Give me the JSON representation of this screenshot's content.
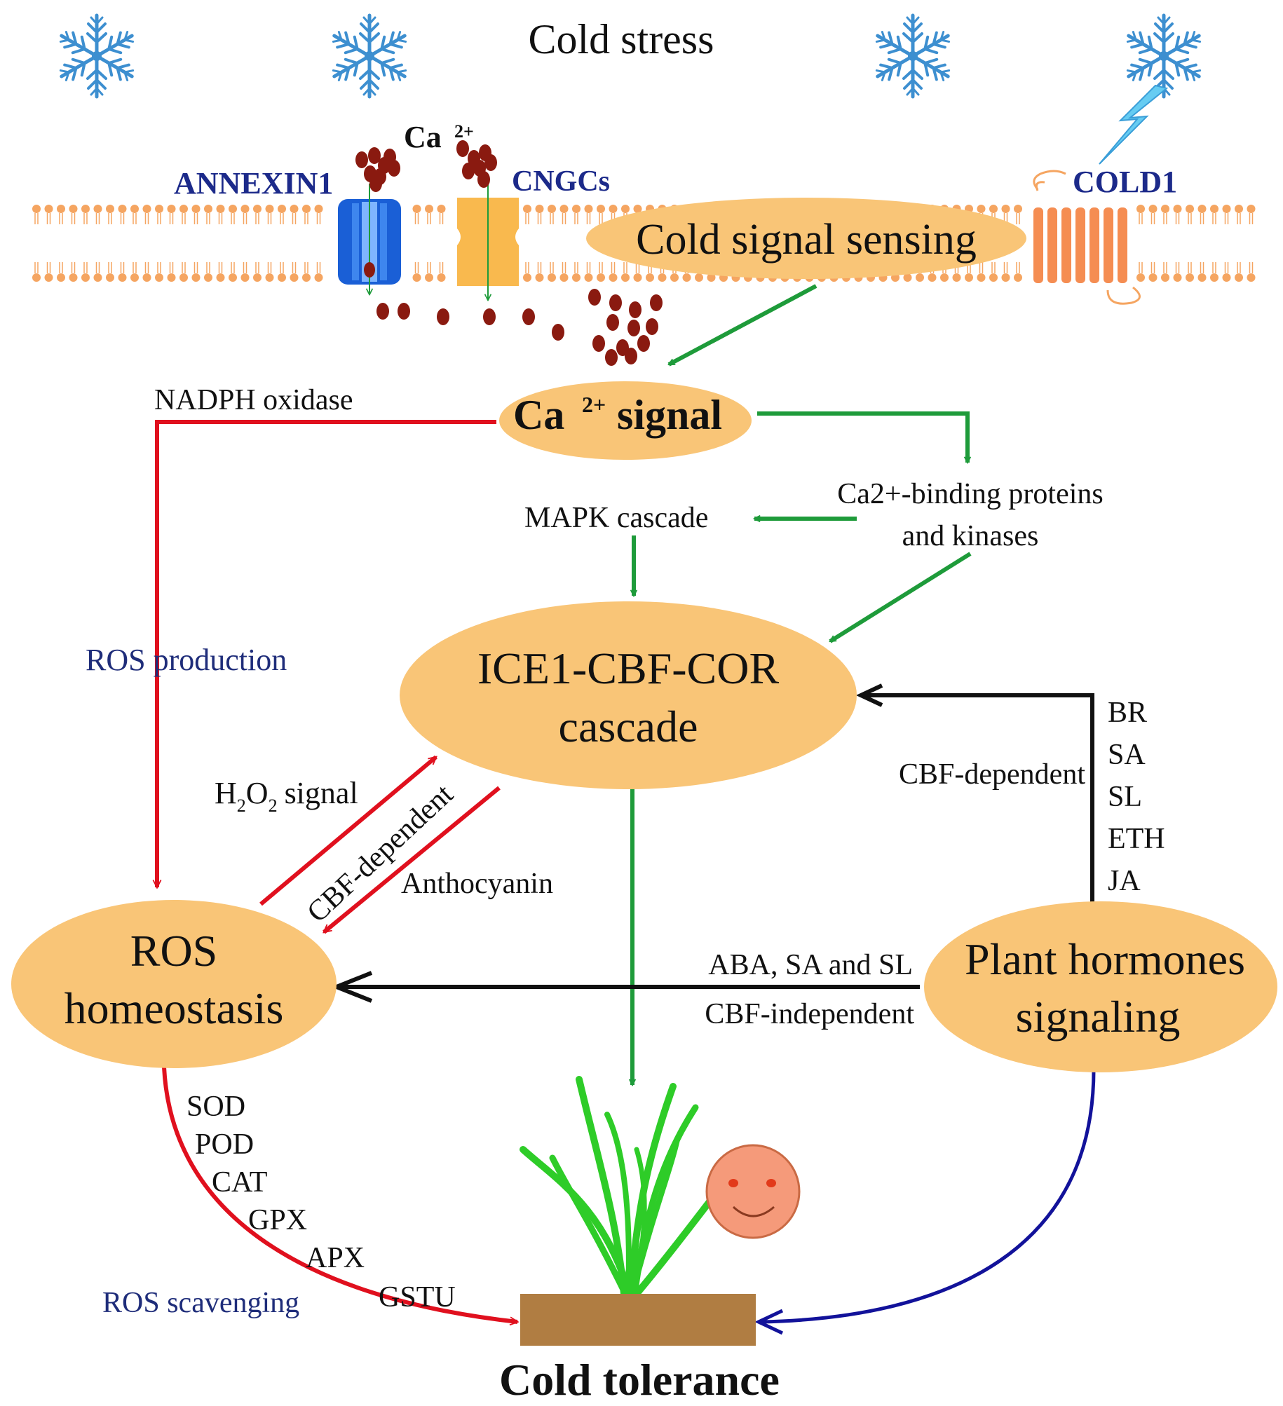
{
  "stress": {
    "title": "Cold stress"
  },
  "membrane": {
    "ca_label": "Ca",
    "ca_sup": "2+",
    "annexin": "ANNEXIN1",
    "cngcs": "CNGCs",
    "cold1": "COLD1",
    "sensing": "Cold signal sensing"
  },
  "ca_signal": {
    "main": "Ca",
    "sup": "2+",
    "tail": "signal"
  },
  "labels": {
    "nadph": "NADPH oxidase",
    "ros_production": "ROS production",
    "binding_line1": "Ca2+-binding proteins",
    "binding_line2": "and kinases",
    "mapk": "MAPK cascade",
    "h2o2_main": "H",
    "h2o2_sub1": "2",
    "h2o2_o": "O",
    "h2o2_sub2": "2",
    "h2o2_tail": "signal",
    "cbf_dependent_diag": "CBF-dependent",
    "anthocyanin": "Anthocyanin",
    "cbf_dependent_right": "CBF-dependent",
    "aba_sa_sl": "ABA, SA and SL",
    "cbf_independent": "CBF-independent",
    "ros_scavenging": "ROS scavenging"
  },
  "hormones": [
    "BR",
    "SA",
    "SL",
    "ETH",
    "JA"
  ],
  "enzymes": [
    "SOD",
    "POD",
    "CAT",
    "GPX",
    "APX",
    "GSTU"
  ],
  "nodes": {
    "ice_line1": "ICE1-CBF-COR",
    "ice_line2": "cascade",
    "ros_line1": "ROS",
    "ros_line2": "homeostasis",
    "plant_line1": "Plant hormones",
    "plant_line2": "signaling"
  },
  "outcome": {
    "title": "Cold tolerance"
  },
  "colors": {
    "green": "#1e9b3a",
    "red": "#e0101e",
    "black": "#111111",
    "navy": "#12129a",
    "node_fill": "#f9c577",
    "snow": "#3d8fd0",
    "ca_ion": "#8a1a10",
    "soil": "#b07d42",
    "face": "#f59a7a"
  }
}
